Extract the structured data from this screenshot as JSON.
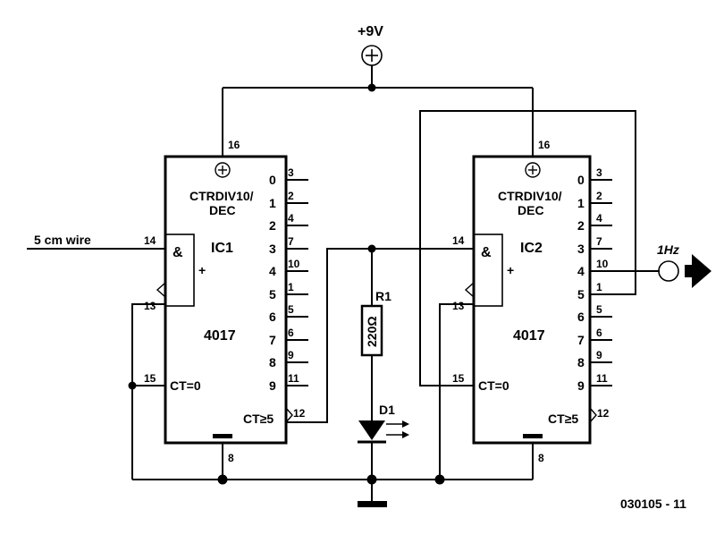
{
  "supply": {
    "label": "+9V"
  },
  "input_wire": {
    "label": "5 cm wire"
  },
  "output": {
    "label": "1Hz"
  },
  "figure_code": "030105 - 11",
  "resistor": {
    "ref": "R1",
    "value": "220Ω"
  },
  "led": {
    "ref": "D1"
  },
  "ic1": {
    "name": "IC1",
    "part": "4017",
    "func_line1": "CTRDIV10/",
    "func_line2": "DEC",
    "and_label": "&",
    "plus_label": "+",
    "reset_label": "CT=0",
    "carry_label": "CT≥5",
    "pin_vcc": "16",
    "pin_gnd": "8",
    "pin_clk": "14",
    "pin_en": "13",
    "pin_rst": "15",
    "pin_co": "12",
    "outputs": [
      {
        "q": "0",
        "pin": "3"
      },
      {
        "q": "1",
        "pin": "2"
      },
      {
        "q": "2",
        "pin": "4"
      },
      {
        "q": "3",
        "pin": "7"
      },
      {
        "q": "4",
        "pin": "10"
      },
      {
        "q": "5",
        "pin": "1"
      },
      {
        "q": "6",
        "pin": "5"
      },
      {
        "q": "7",
        "pin": "6"
      },
      {
        "q": "8",
        "pin": "9"
      },
      {
        "q": "9",
        "pin": "11"
      }
    ]
  },
  "ic2": {
    "name": "IC2",
    "part": "4017",
    "func_line1": "CTRDIV10/",
    "func_line2": "DEC",
    "and_label": "&",
    "plus_label": "+",
    "reset_label": "CT=0",
    "carry_label": "CT≥5",
    "pin_vcc": "16",
    "pin_gnd": "8",
    "pin_clk": "14",
    "pin_en": "13",
    "pin_rst": "15",
    "pin_co": "12",
    "outputs": [
      {
        "q": "0",
        "pin": "3"
      },
      {
        "q": "1",
        "pin": "2"
      },
      {
        "q": "2",
        "pin": "4"
      },
      {
        "q": "3",
        "pin": "7"
      },
      {
        "q": "4",
        "pin": "10"
      },
      {
        "q": "5",
        "pin": "1"
      },
      {
        "q": "6",
        "pin": "5"
      },
      {
        "q": "7",
        "pin": "6"
      },
      {
        "q": "8",
        "pin": "9"
      },
      {
        "q": "9",
        "pin": "11"
      }
    ]
  }
}
